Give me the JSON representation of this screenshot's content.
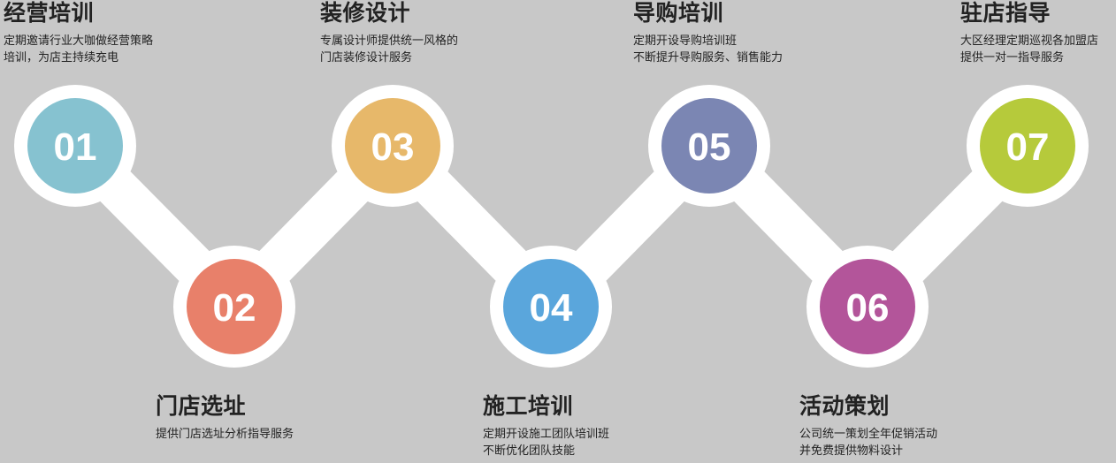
{
  "colors": {
    "background": "#c8c8c8",
    "track": "#ffffff",
    "step01": "#86c2d0",
    "step02": "#e8806a",
    "step03": "#e7b86a",
    "step04": "#5aa6dc",
    "step05": "#7b86b3",
    "step06": "#b3559a",
    "step07": "#b6ca3b"
  },
  "steps": [
    {
      "number": "01",
      "title": "经营培训",
      "desc": [
        "定期邀请行业大咖做经营策略",
        "培训，为店主持续充电"
      ]
    },
    {
      "number": "02",
      "title": "门店选址",
      "desc": [
        "提供门店选址分析指导服务"
      ]
    },
    {
      "number": "03",
      "title": "装修设计",
      "desc": [
        "专属设计师提供统一风格的",
        "门店装修设计服务"
      ]
    },
    {
      "number": "04",
      "title": "施工培训",
      "desc": [
        "定期开设施工团队培训班",
        "不断优化团队技能"
      ]
    },
    {
      "number": "05",
      "title": "导购培训",
      "desc": [
        "定期开设导购培训班",
        "不断提升导购服务、销售能力"
      ]
    },
    {
      "number": "06",
      "title": "活动策划",
      "desc": [
        "公司统一策划全年促销活动",
        "并免费提供物料设计"
      ]
    },
    {
      "number": "07",
      "title": "驻店指导",
      "desc": [
        "大区经理定期巡视各加盟店",
        "提供一对一指导服务"
      ]
    }
  ]
}
